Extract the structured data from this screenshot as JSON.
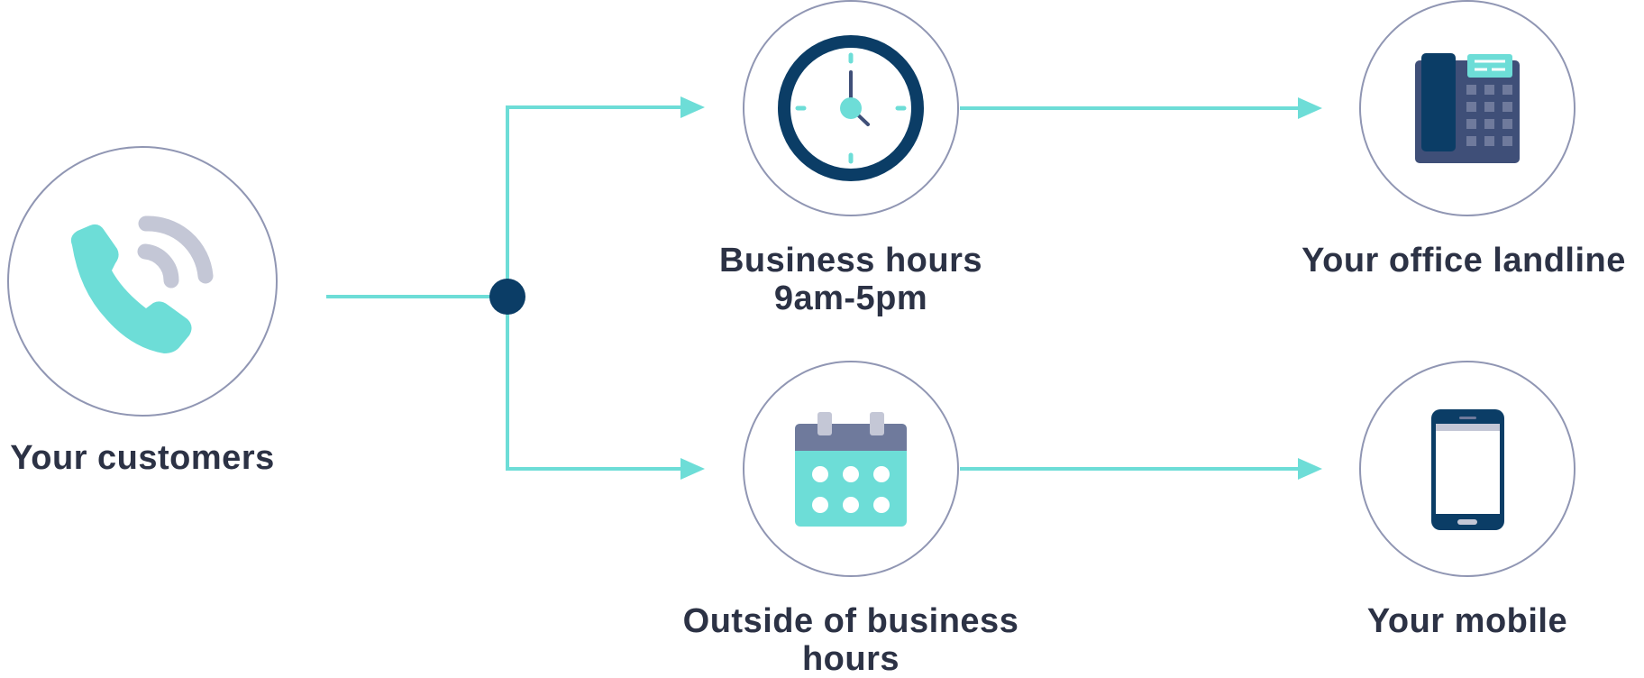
{
  "colors": {
    "accent_teal": "#6dddd7",
    "navy": "#0b3d66",
    "slate": "#3f4f78",
    "lavender": "#c4c7d6",
    "circle_border": "#9096b3",
    "text": "#2c3245"
  },
  "nodes": {
    "customers": {
      "label": "Your customers",
      "icon": "phone-ringing-icon"
    },
    "business_hours": {
      "label_line1": "Business hours",
      "label_line2": "9am-5pm",
      "icon": "clock-icon"
    },
    "outside_hours": {
      "label_line1": "Outside of business",
      "label_line2": "hours",
      "icon": "calendar-icon"
    },
    "landline": {
      "label": "Your office landline",
      "icon": "desk-phone-icon"
    },
    "mobile": {
      "label": "Your mobile",
      "icon": "mobile-phone-icon"
    }
  }
}
